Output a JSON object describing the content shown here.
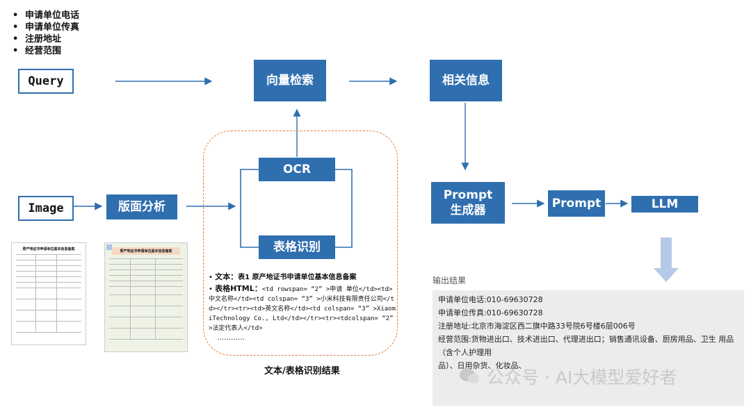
{
  "query_items": [
    "申请单位电话",
    "申请单位传真",
    "注册地址",
    "经营范围"
  ],
  "nodes": {
    "query": "Query",
    "vector_search": "向量检索",
    "related_info": "相关信息",
    "image": "Image",
    "layout_analysis": "版面分析",
    "ocr": "OCR",
    "table_recognition": "表格识别",
    "prompt_generator_line1": "Prompt",
    "prompt_generator_line2": "生成器",
    "prompt": "Prompt",
    "llm": "LLM"
  },
  "recognition": {
    "text_label": "文本：",
    "text_value": "表1 原产地证书申请单位基本信息备案",
    "html_label": "表格HTML：",
    "html_value": "<td rowspan= “2” >申请 单位</td><td> 中文名称</td><td colspan= “3” >小米科技有限责任公司</td></tr><tr><td>英文名称</td><td colspan= “3” >XiaomiTechnology Co., Ltd</td></tr><tr><tdcolspan= “2” >法定代表人</td>",
    "ellipsis": "…………",
    "caption": "文本/表格识别结果"
  },
  "doc_title_1": "原产地证书申请单位基本信息备案",
  "doc_title_2": "原产地证书申请单位基本信息备案",
  "output": {
    "title": "输出结果",
    "lines": [
      "申请单位电话:010-69630728",
      "申请单位传真:010-69630728",
      "注册地址:北京市海淀区西二旗中路33号院6号楼6层006号",
      "经营范围:货物进出口、技术进出口、代理进出口；销售通讯设备、厨房用品、卫生 用品（含个人护理用",
      "品）、日用杂货、化妆品、"
    ]
  },
  "watermark": "公众号 · AI大模型爱好者",
  "colors": {
    "blue": "#2f6fb0",
    "dashed": "#e07b39",
    "down_arrow": "#b7c9e8"
  }
}
